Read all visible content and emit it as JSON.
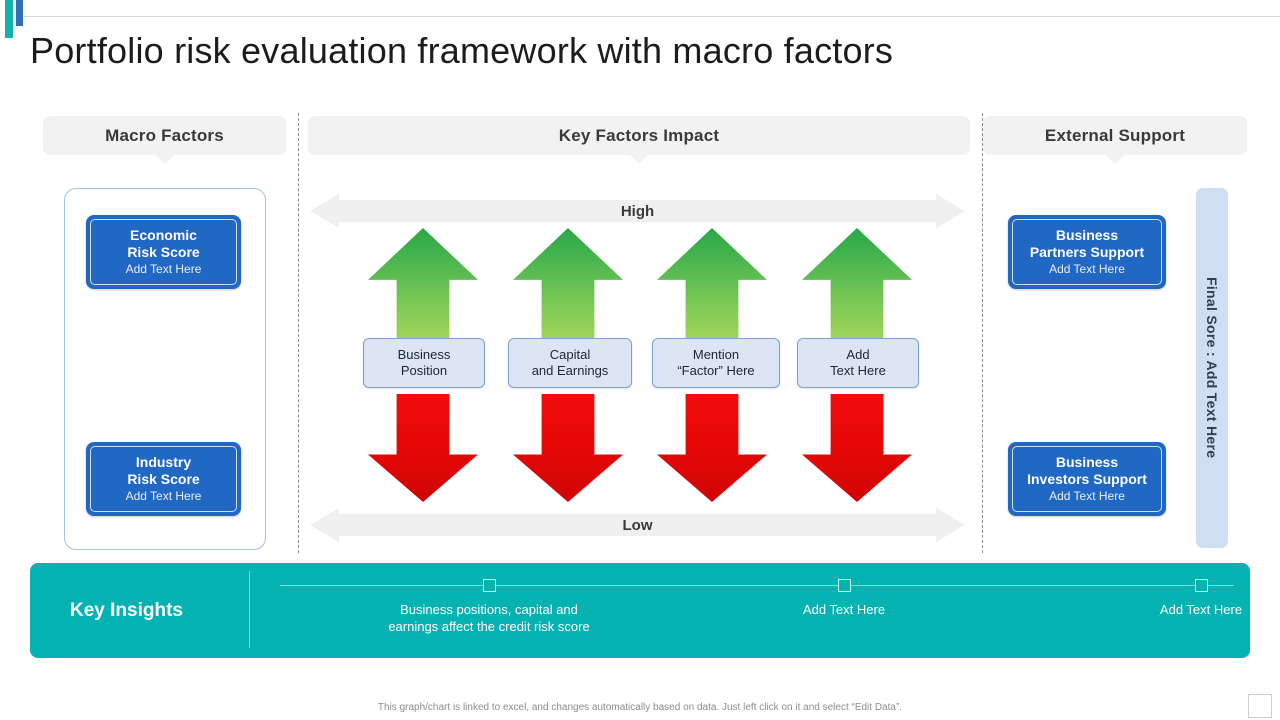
{
  "page_title": "Portfolio risk evaluation framework with macro factors",
  "accent": {
    "teal": "#11b3ae",
    "blue": "#2f6fb5"
  },
  "headers": {
    "macro": "Macro Factors",
    "key": "Key Factors Impact",
    "external": "External Support"
  },
  "macro_factors": {
    "cards": [
      {
        "title_line1": "Economic",
        "title_line2": "Risk Score",
        "sub": "Add Text Here"
      },
      {
        "title_line1": "Industry",
        "title_line2": "Risk Score",
        "sub": "Add Text Here"
      }
    ]
  },
  "key_factors": {
    "scale_high": "High",
    "scale_low": "Low",
    "items": [
      {
        "line1": "Business",
        "line2": "Position"
      },
      {
        "line1": "Capital",
        "line2": "and Earnings"
      },
      {
        "line1": "Mention",
        "line2": "“Factor” Here"
      },
      {
        "line1": "Add",
        "line2": "Text Here"
      }
    ],
    "up_arrow_color_top": "#28a745",
    "up_arrow_color_bottom": "#a8d85b",
    "down_arrow_color": "#e80707"
  },
  "external_support": {
    "cards": [
      {
        "title_line1": "Business",
        "title_line2": "Partners Support",
        "sub": "Add Text Here"
      },
      {
        "title_line1": "Business",
        "title_line2": "Investors Support",
        "sub": "Add Text Here"
      }
    ],
    "final_score": "Final Sore : Add Text Here"
  },
  "key_insights": {
    "label": "Key Insights",
    "accent_color": "#05b2b2",
    "nodes": [
      {
        "text_line1": "Business positions, capital and",
        "text_line2": "earnings affect the credit risk score"
      },
      {
        "text_line1": "Add Text Here",
        "text_line2": ""
      },
      {
        "text_line1": "Add Text Here",
        "text_line2": ""
      }
    ]
  },
  "footer_note": "This graph/chart is linked to excel, and changes automatically based on data. Just left click on it and select “Edit Data”."
}
